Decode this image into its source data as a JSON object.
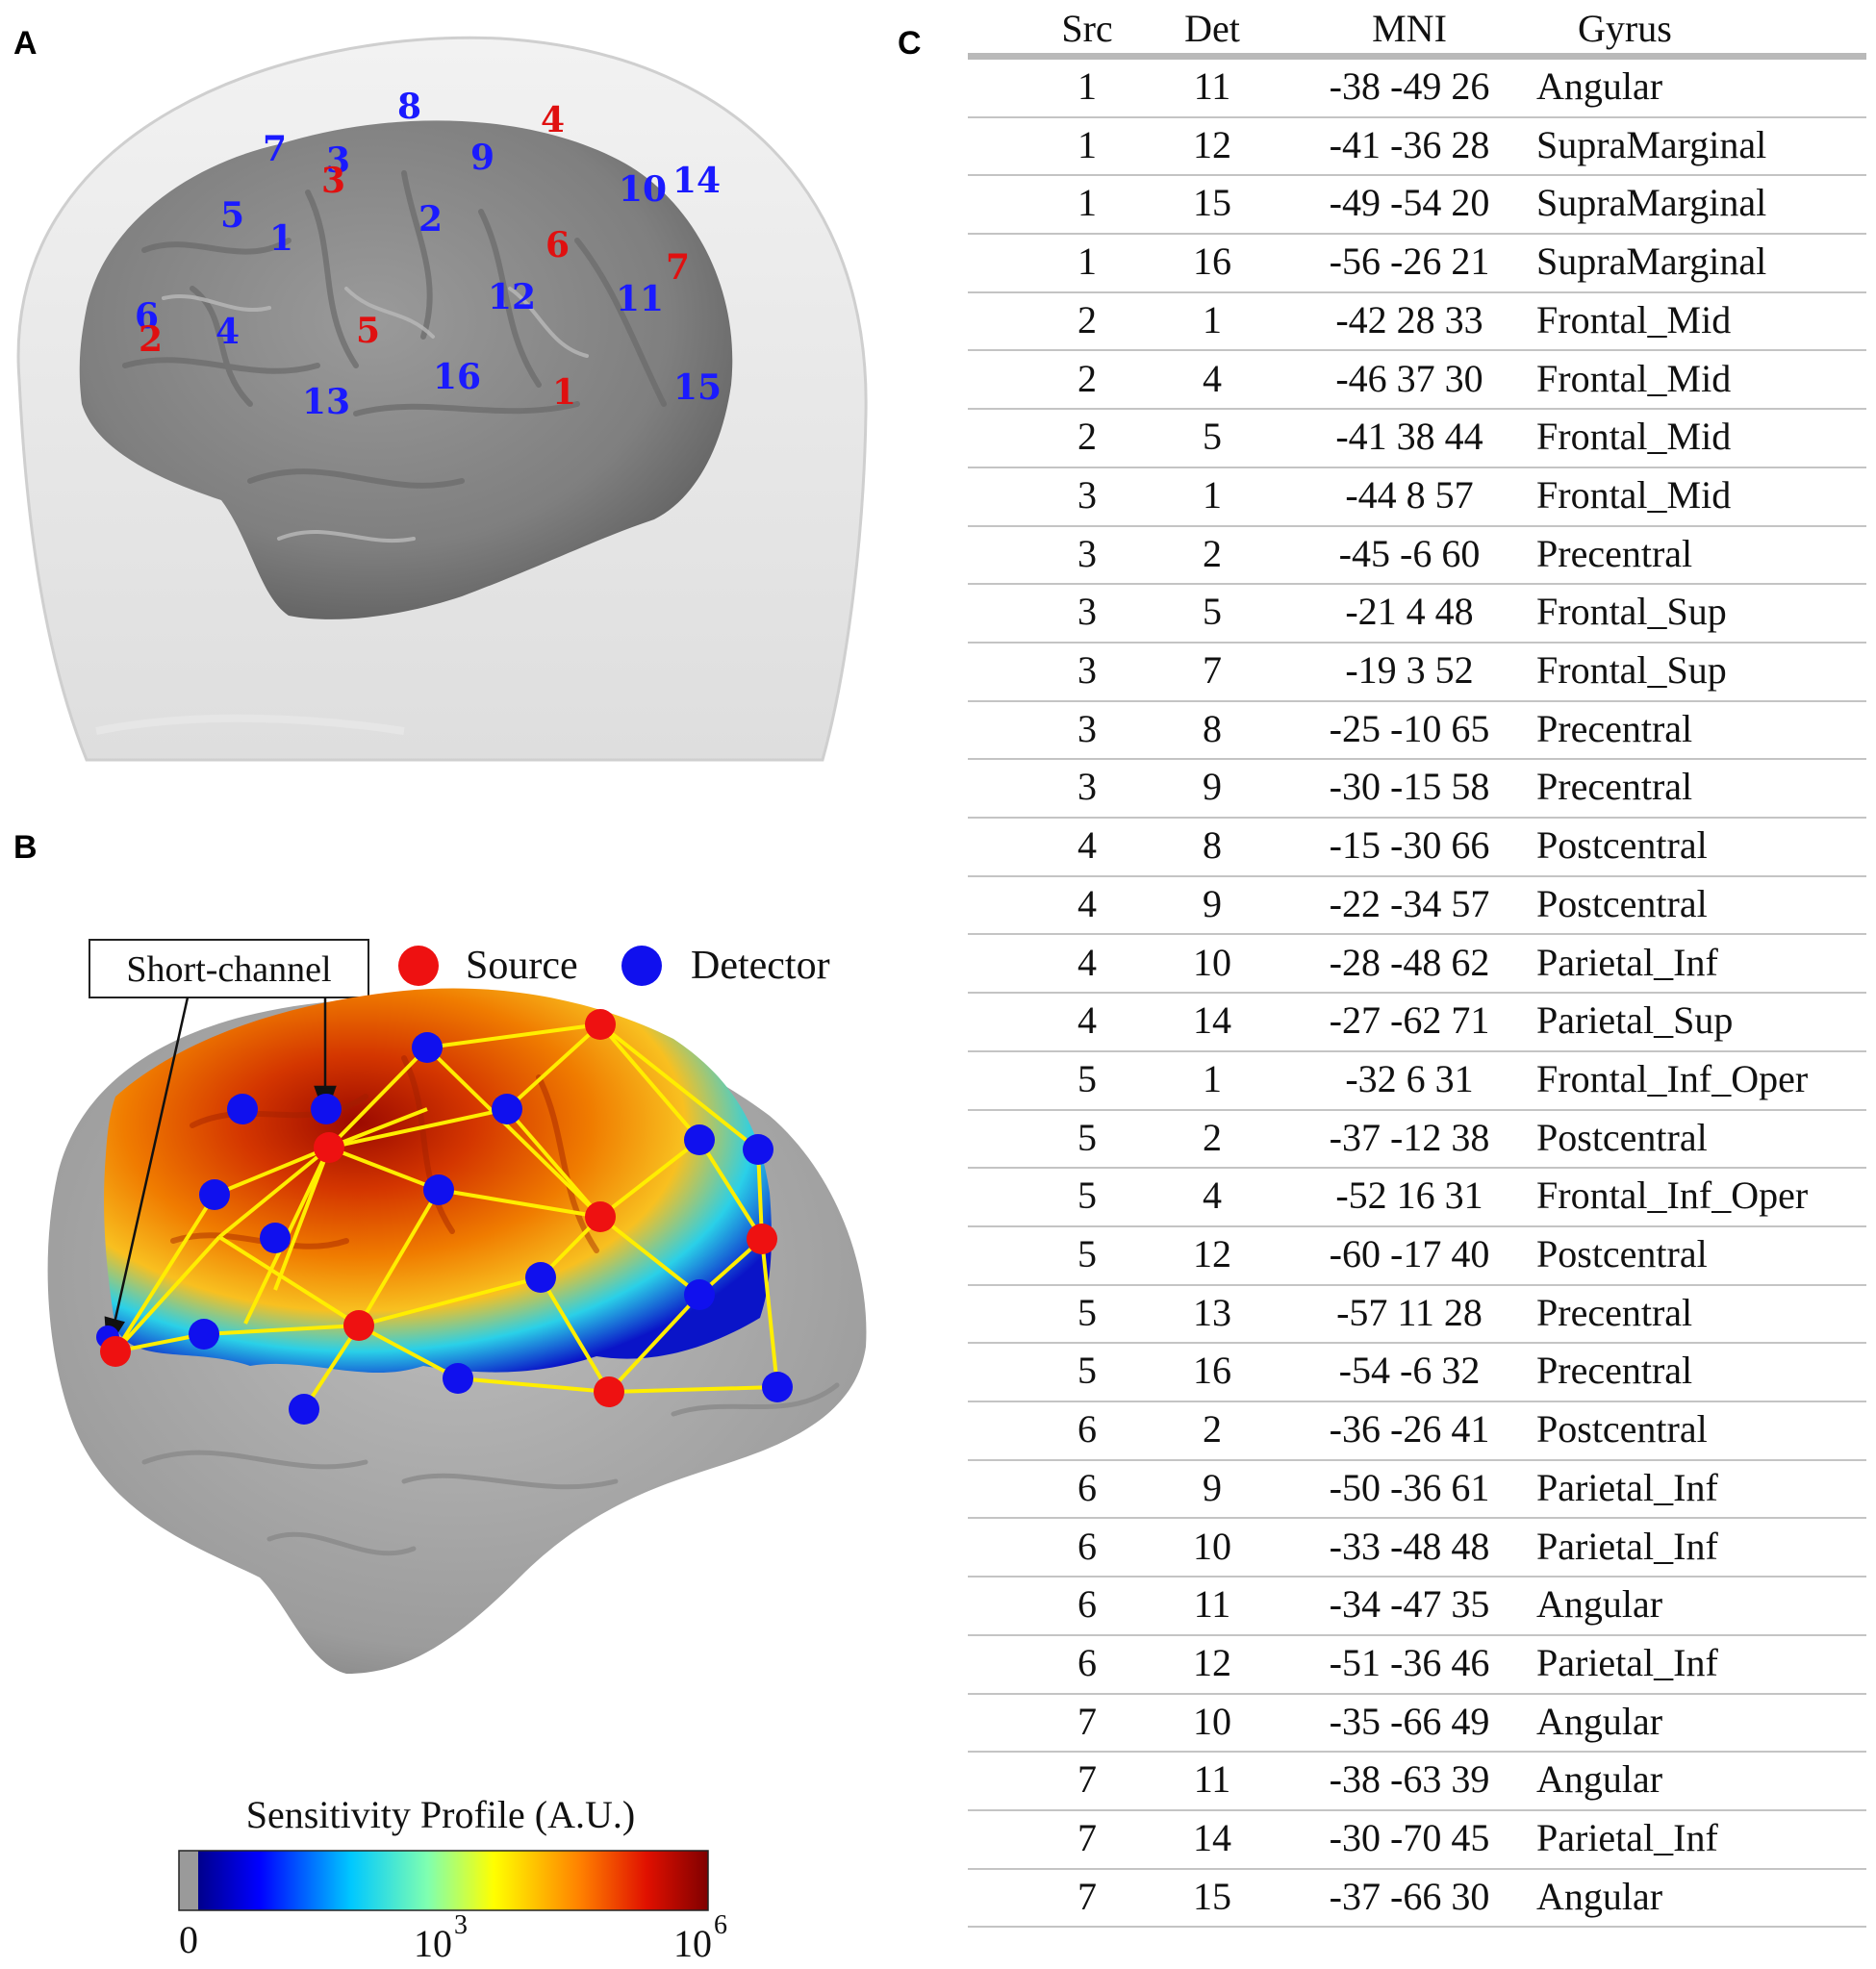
{
  "panel_labels": {
    "a": "A",
    "b": "B",
    "c": "C"
  },
  "panel_a": {
    "detectors": [
      "1",
      "2",
      "3",
      "4",
      "5",
      "6",
      "7",
      "8",
      "9",
      "10",
      "11",
      "12",
      "13",
      "14",
      "15",
      "16"
    ],
    "sources": [
      "1",
      "2",
      "3",
      "4",
      "5",
      "6",
      "7"
    ]
  },
  "panel_b": {
    "annotation": "Short-channel",
    "legend": {
      "source_label": "Source",
      "detector_label": "Detector"
    },
    "colors": {
      "source": "#ee1111",
      "detector": "#1010ee",
      "connection": "#ffee00"
    },
    "colorbar": {
      "title": "Sensitivity Profile (A.U.)",
      "tick_min": "0",
      "tick_mid_base": "10",
      "tick_mid_exp": "3",
      "tick_max_base": "10",
      "tick_max_exp": "6"
    }
  },
  "table": {
    "headers": {
      "src": "Src",
      "det": "Det",
      "mni": "MNI",
      "gyrus": "Gyrus"
    },
    "rows": [
      {
        "src": "1",
        "det": "11",
        "mni": "-38 -49 26",
        "gyrus": "Angular"
      },
      {
        "src": "1",
        "det": "12",
        "mni": "-41 -36 28",
        "gyrus": "SupraMarginal"
      },
      {
        "src": "1",
        "det": "15",
        "mni": "-49 -54 20",
        "gyrus": "SupraMarginal"
      },
      {
        "src": "1",
        "det": "16",
        "mni": "-56 -26 21",
        "gyrus": "SupraMarginal"
      },
      {
        "src": "2",
        "det": "1",
        "mni": "-42 28 33",
        "gyrus": "Frontal_Mid"
      },
      {
        "src": "2",
        "det": "4",
        "mni": "-46 37 30",
        "gyrus": "Frontal_Mid"
      },
      {
        "src": "2",
        "det": "5",
        "mni": "-41 38 44",
        "gyrus": "Frontal_Mid"
      },
      {
        "src": "3",
        "det": "1",
        "mni": "-44 8 57",
        "gyrus": "Frontal_Mid"
      },
      {
        "src": "3",
        "det": "2",
        "mni": "-45 -6 60",
        "gyrus": "Precentral"
      },
      {
        "src": "3",
        "det": "5",
        "mni": "-21 4 48",
        "gyrus": "Frontal_Sup"
      },
      {
        "src": "3",
        "det": "7",
        "mni": "-19 3 52",
        "gyrus": "Frontal_Sup"
      },
      {
        "src": "3",
        "det": "8",
        "mni": "-25 -10 65",
        "gyrus": "Precentral"
      },
      {
        "src": "3",
        "det": "9",
        "mni": "-30 -15 58",
        "gyrus": "Precentral"
      },
      {
        "src": "4",
        "det": "8",
        "mni": "-15 -30 66",
        "gyrus": "Postcentral"
      },
      {
        "src": "4",
        "det": "9",
        "mni": "-22 -34 57",
        "gyrus": "Postcentral"
      },
      {
        "src": "4",
        "det": "10",
        "mni": "-28 -48 62",
        "gyrus": "Parietal_Inf"
      },
      {
        "src": "4",
        "det": "14",
        "mni": "-27 -62 71",
        "gyrus": "Parietal_Sup"
      },
      {
        "src": "5",
        "det": "1",
        "mni": "-32 6 31",
        "gyrus": "Frontal_Inf_Oper"
      },
      {
        "src": "5",
        "det": "2",
        "mni": "-37 -12 38",
        "gyrus": "Postcentral"
      },
      {
        "src": "5",
        "det": "4",
        "mni": "-52 16 31",
        "gyrus": "Frontal_Inf_Oper"
      },
      {
        "src": "5",
        "det": "12",
        "mni": "-60 -17 40",
        "gyrus": "Postcentral"
      },
      {
        "src": "5",
        "det": "13",
        "mni": "-57 11 28",
        "gyrus": "Precentral"
      },
      {
        "src": "5",
        "det": "16",
        "mni": "-54 -6 32",
        "gyrus": "Precentral"
      },
      {
        "src": "6",
        "det": "2",
        "mni": "-36 -26 41",
        "gyrus": "Postcentral"
      },
      {
        "src": "6",
        "det": "9",
        "mni": "-50 -36 61",
        "gyrus": "Parietal_Inf"
      },
      {
        "src": "6",
        "det": "10",
        "mni": "-33 -48 48",
        "gyrus": "Parietal_Inf"
      },
      {
        "src": "6",
        "det": "11",
        "mni": "-34 -47 35",
        "gyrus": "Angular"
      },
      {
        "src": "6",
        "det": "12",
        "mni": "-51 -36 46",
        "gyrus": "Parietal_Inf"
      },
      {
        "src": "7",
        "det": "10",
        "mni": "-35 -66 49",
        "gyrus": "Angular"
      },
      {
        "src": "7",
        "det": "11",
        "mni": "-38 -63 39",
        "gyrus": "Angular"
      },
      {
        "src": "7",
        "det": "14",
        "mni": "-30 -70 45",
        "gyrus": "Parietal_Inf"
      },
      {
        "src": "7",
        "det": "15",
        "mni": "-37 -66 30",
        "gyrus": "Angular"
      }
    ]
  }
}
